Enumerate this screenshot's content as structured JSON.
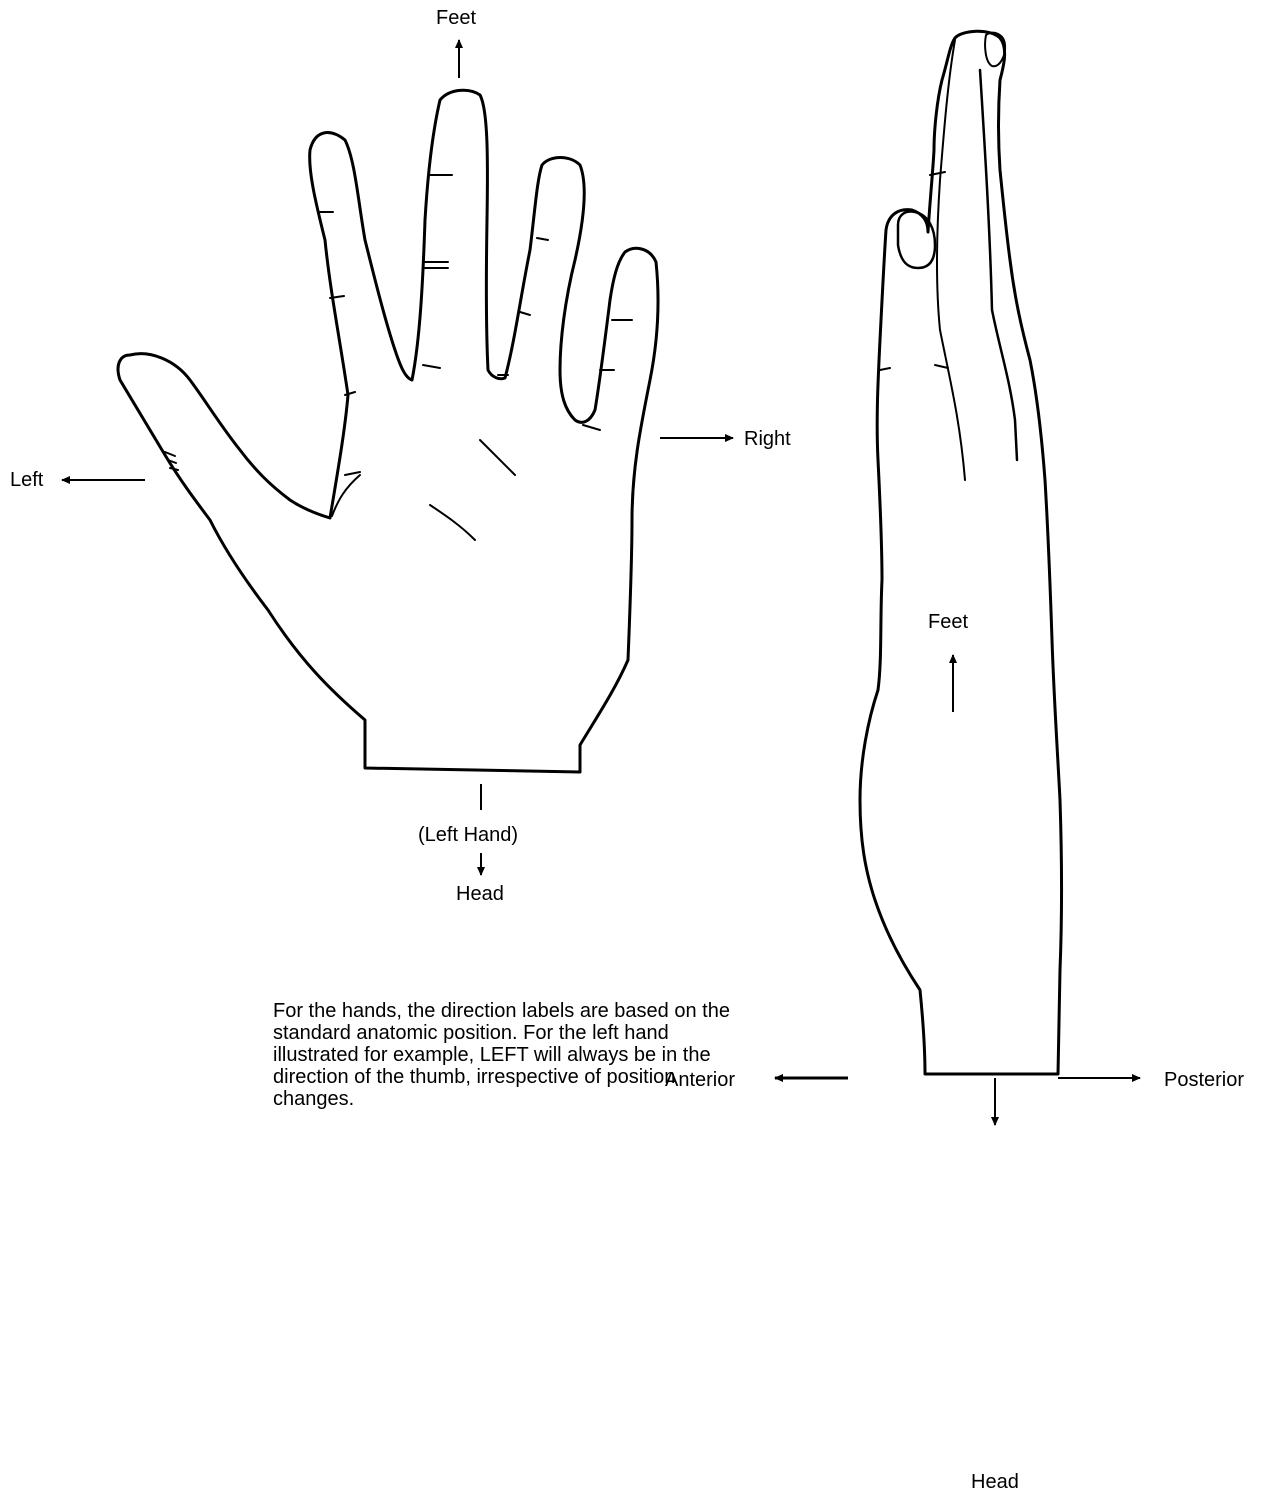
{
  "palm_diagram": {
    "label_top": "Feet",
    "label_left": "Left",
    "label_right": "Right",
    "caption": "(Left Hand)",
    "label_bottom": "Head"
  },
  "side_diagram": {
    "label_top": "Feet",
    "label_left": "Anterior",
    "label_right": "Posterior",
    "label_bottom": "Head"
  },
  "note": "For the hands, the direction labels are based on the standard anatomic position. For the left hand illustrated for example, LEFT will always be in the direction of the thumb, irrespective of position changes.",
  "colors": {
    "ink": "#000000",
    "background": "#ffffff"
  }
}
